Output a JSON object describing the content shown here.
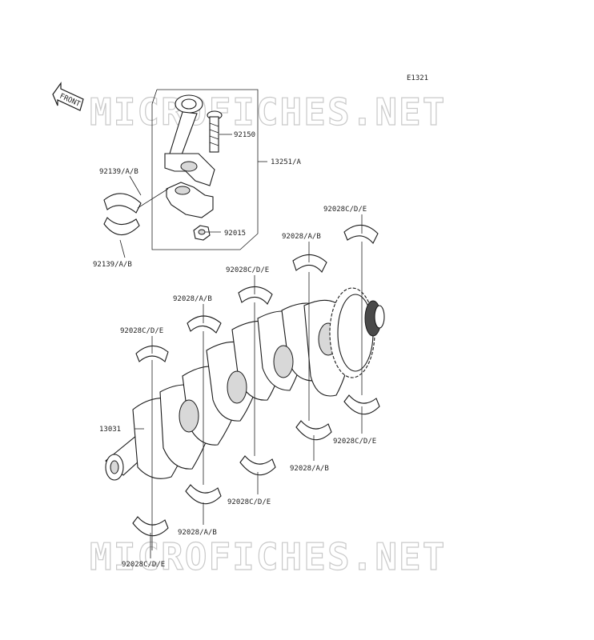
{
  "diagram_code": "E1321",
  "front_label": "FRONT",
  "watermark": "MICROFICHES.NET",
  "labels": {
    "p92150": "92150",
    "p13251": "13251/A",
    "p92139_top": "92139/A/B",
    "p92139_bot": "92139/A/B",
    "p92015": "92015",
    "p92028cde_1": "92028C/D/E",
    "p92028ab_1": "92028/A/B",
    "p92028cde_2": "92028C/D/E",
    "p92028ab_2": "92028/A/B",
    "p92028cde_3": "92028C/D/E",
    "p13031": "13031",
    "p92028cde_4": "92028C/D/E",
    "p92028ab_3": "92028/A/B",
    "p92028cde_5": "92028C/D/E",
    "p92028ab_4": "92028/A/B",
    "p92028cde_6": "92028C/D/E"
  }
}
